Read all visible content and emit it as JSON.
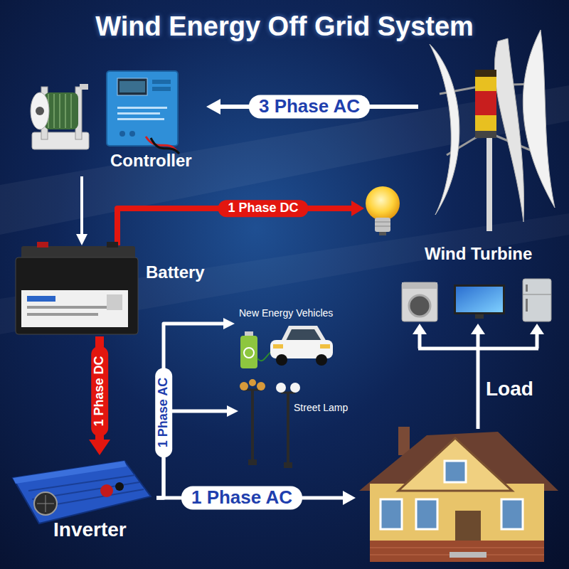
{
  "diagram": {
    "title": "Wind Energy Off Grid System",
    "nodes": [
      {
        "text": [
          "Controller"
        ]
      },
      {
        "text": [
          "Wind Turbine"
        ]
      },
      {
        "text": [
          "Battery"
        ]
      },
      {
        "text": [
          "New Energy Vehicles"
        ]
      },
      {
        "text": [
          "Street Lamp"
        ]
      },
      {
        "text": [
          "Inverter"
        ]
      }
    ],
    "edges": [
      {
        "from": 1,
        "to": 0,
        "label": "3 Phase AC",
        "arrow": "to"
      },
      {
        "from": 0,
        "to": 2,
        "arrow": "to"
      },
      {
        "from": 2,
        "to": 5,
        "label": "1 Phase DC",
        "arrow": "to"
      },
      {
        "from": 5,
        "to": 3,
        "label": "1 Phase AC",
        "arrow": "to"
      },
      {
        "from": 5,
        "to": 4,
        "arrow": "to"
      }
    ],
    "labels": [
      "1 Phase DC",
      "1 Phase AC",
      "Load"
    ]
  }
}
